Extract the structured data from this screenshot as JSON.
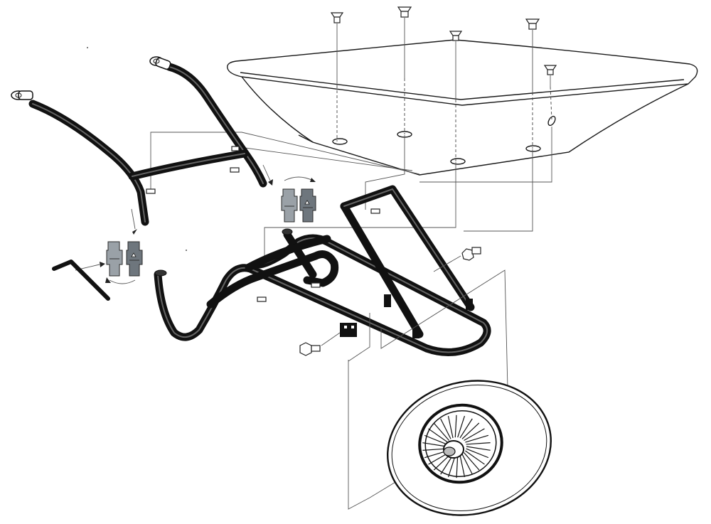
{
  "diagram": {
    "type": "exploded-assembly",
    "parts": [
      {
        "id": "tray",
        "icon": "tray-outline"
      },
      {
        "id": "handles",
        "icon": "handle-frame"
      },
      {
        "id": "chassis",
        "icon": "tube-chassis"
      },
      {
        "id": "wheel",
        "icon": "spoked-wheel"
      },
      {
        "id": "connector-top",
        "icon": "tube-connector"
      },
      {
        "id": "connector-left",
        "icon": "tube-connector"
      },
      {
        "id": "allen-key",
        "icon": "hex-key"
      },
      {
        "id": "tray-bolts",
        "icon": "countersunk-bolt",
        "count": 5
      },
      {
        "id": "axle-bolts",
        "icon": "hex-bolt",
        "count": 2
      }
    ],
    "colors": {
      "line": "#1a1a1a",
      "tube": "#111111",
      "metal": "#9aa1a7",
      "background": "#ffffff"
    }
  }
}
